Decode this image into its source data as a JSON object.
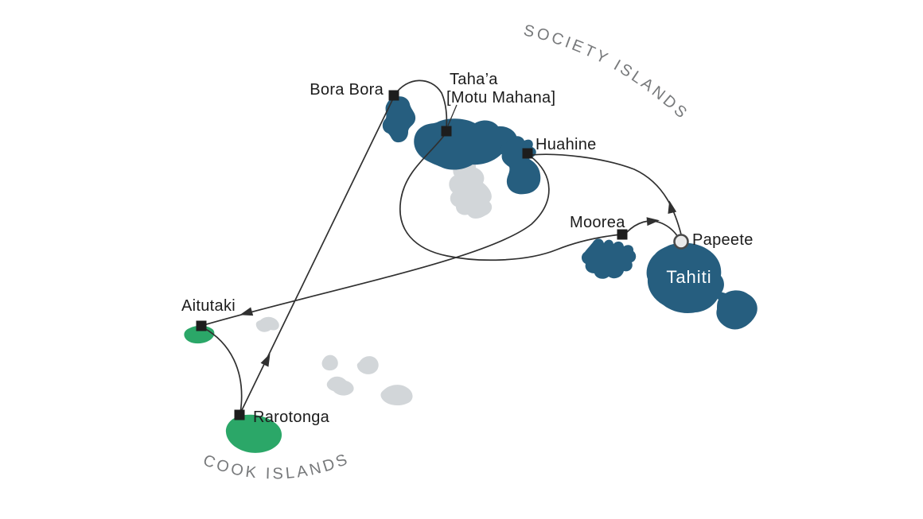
{
  "map": {
    "regions": {
      "society": "SOCIETY ISLANDS",
      "cook": "COOK ISLANDS"
    },
    "islands": {
      "tahiti": "Tahiti"
    },
    "ports": {
      "papeete": {
        "name": "Papeete",
        "marker": "circle"
      },
      "moorea": {
        "name": "Moorea",
        "marker": "square"
      },
      "huahine": {
        "name": "Huahine",
        "marker": "square"
      },
      "tahaa": {
        "name": "Taha’a",
        "sublabel": "[Motu Mahana]",
        "marker": "square"
      },
      "bora_bora": {
        "name": "Bora Bora",
        "marker": "square"
      },
      "aitutaki": {
        "name": "Aitutaki",
        "marker": "square"
      },
      "rarotonga": {
        "name": "Rarotonga",
        "marker": "square"
      }
    },
    "route_sequence": [
      "Papeete",
      "Huahine",
      "Aitutaki",
      "Rarotonga",
      "Bora Bora",
      "Taha’a [Motu Mahana]",
      "Moorea",
      "Papeete"
    ],
    "colors": {
      "society_island_fill": "#265E7F",
      "cook_island_fill": "#2BA768",
      "unvisited_island_fill": "#D2D6D9",
      "route_line": "#303030",
      "port_label": "#1C1C1C",
      "region_label": "#77797B",
      "island_label": "#FFFFFF",
      "marker_square": "#1D1D1D",
      "background": "#FFFFFF"
    }
  }
}
